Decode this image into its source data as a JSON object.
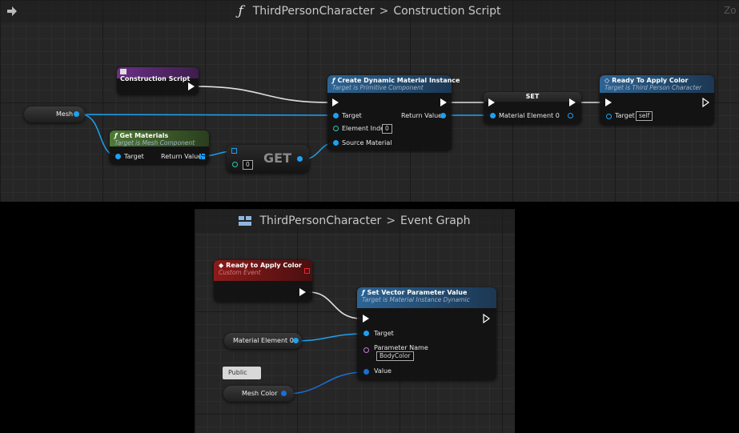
{
  "top_panel": {
    "breadcrumb_class": "ThirdPersonCharacter",
    "breadcrumb_sep": ">",
    "breadcrumb_graph": "Construction Script",
    "zoom_label": "Zo",
    "nodes": {
      "construction_script": {
        "title": "Construction Script"
      },
      "mesh_var": {
        "label": "Mesh"
      },
      "get_materials": {
        "title": "Get Materials",
        "subtitle": "Target is Mesh Component",
        "target": "Target",
        "return_value": "Return Value"
      },
      "get": {
        "label": "GET",
        "index": "0"
      },
      "create_dmi": {
        "title": "Create Dynamic Material Instance",
        "subtitle": "Target is Primitive Component",
        "target": "Target",
        "element_index": "Element Index",
        "element_index_value": "0",
        "source_material": "Source Material",
        "return_value": "Return Value"
      },
      "set": {
        "label": "SET",
        "var": "Material Element 0"
      },
      "ready_call": {
        "title": "Ready To Apply Color",
        "subtitle": "Target is Third Person Character",
        "target": "Target",
        "target_value": "self"
      }
    }
  },
  "bottom_panel": {
    "breadcrumb_class": "ThirdPersonCharacter",
    "breadcrumb_sep": ">",
    "breadcrumb_graph": "Event Graph",
    "nodes": {
      "custom_event": {
        "title": "Ready to Apply Color",
        "subtitle": "Custom Event"
      },
      "set_vector": {
        "title": "Set Vector Parameter Value",
        "subtitle": "Target is Material Instance Dynamic",
        "target": "Target",
        "parameter_name": "Parameter Name",
        "parameter_value": "BodyColor",
        "value": "Value"
      },
      "material_var": {
        "label": "Material Element 0"
      },
      "mesh_color_var": {
        "label": "Mesh Color"
      },
      "public_tag": {
        "label": "Public"
      }
    }
  },
  "colors": {
    "object_pin": "#1ea0f0",
    "int_pin": "#2cc9b0",
    "name_pin": "#c678dd",
    "struct_pin": "#1a6fd6",
    "function_header": "#2d5a86",
    "pure_header": "#3f5e2a",
    "event_header": "#7a1414",
    "purple_header": "#5e2a74"
  },
  "icons": [
    "back-arrow-icon",
    "function-icon",
    "event-icon",
    "blueprint-icon",
    "array-icon"
  ]
}
